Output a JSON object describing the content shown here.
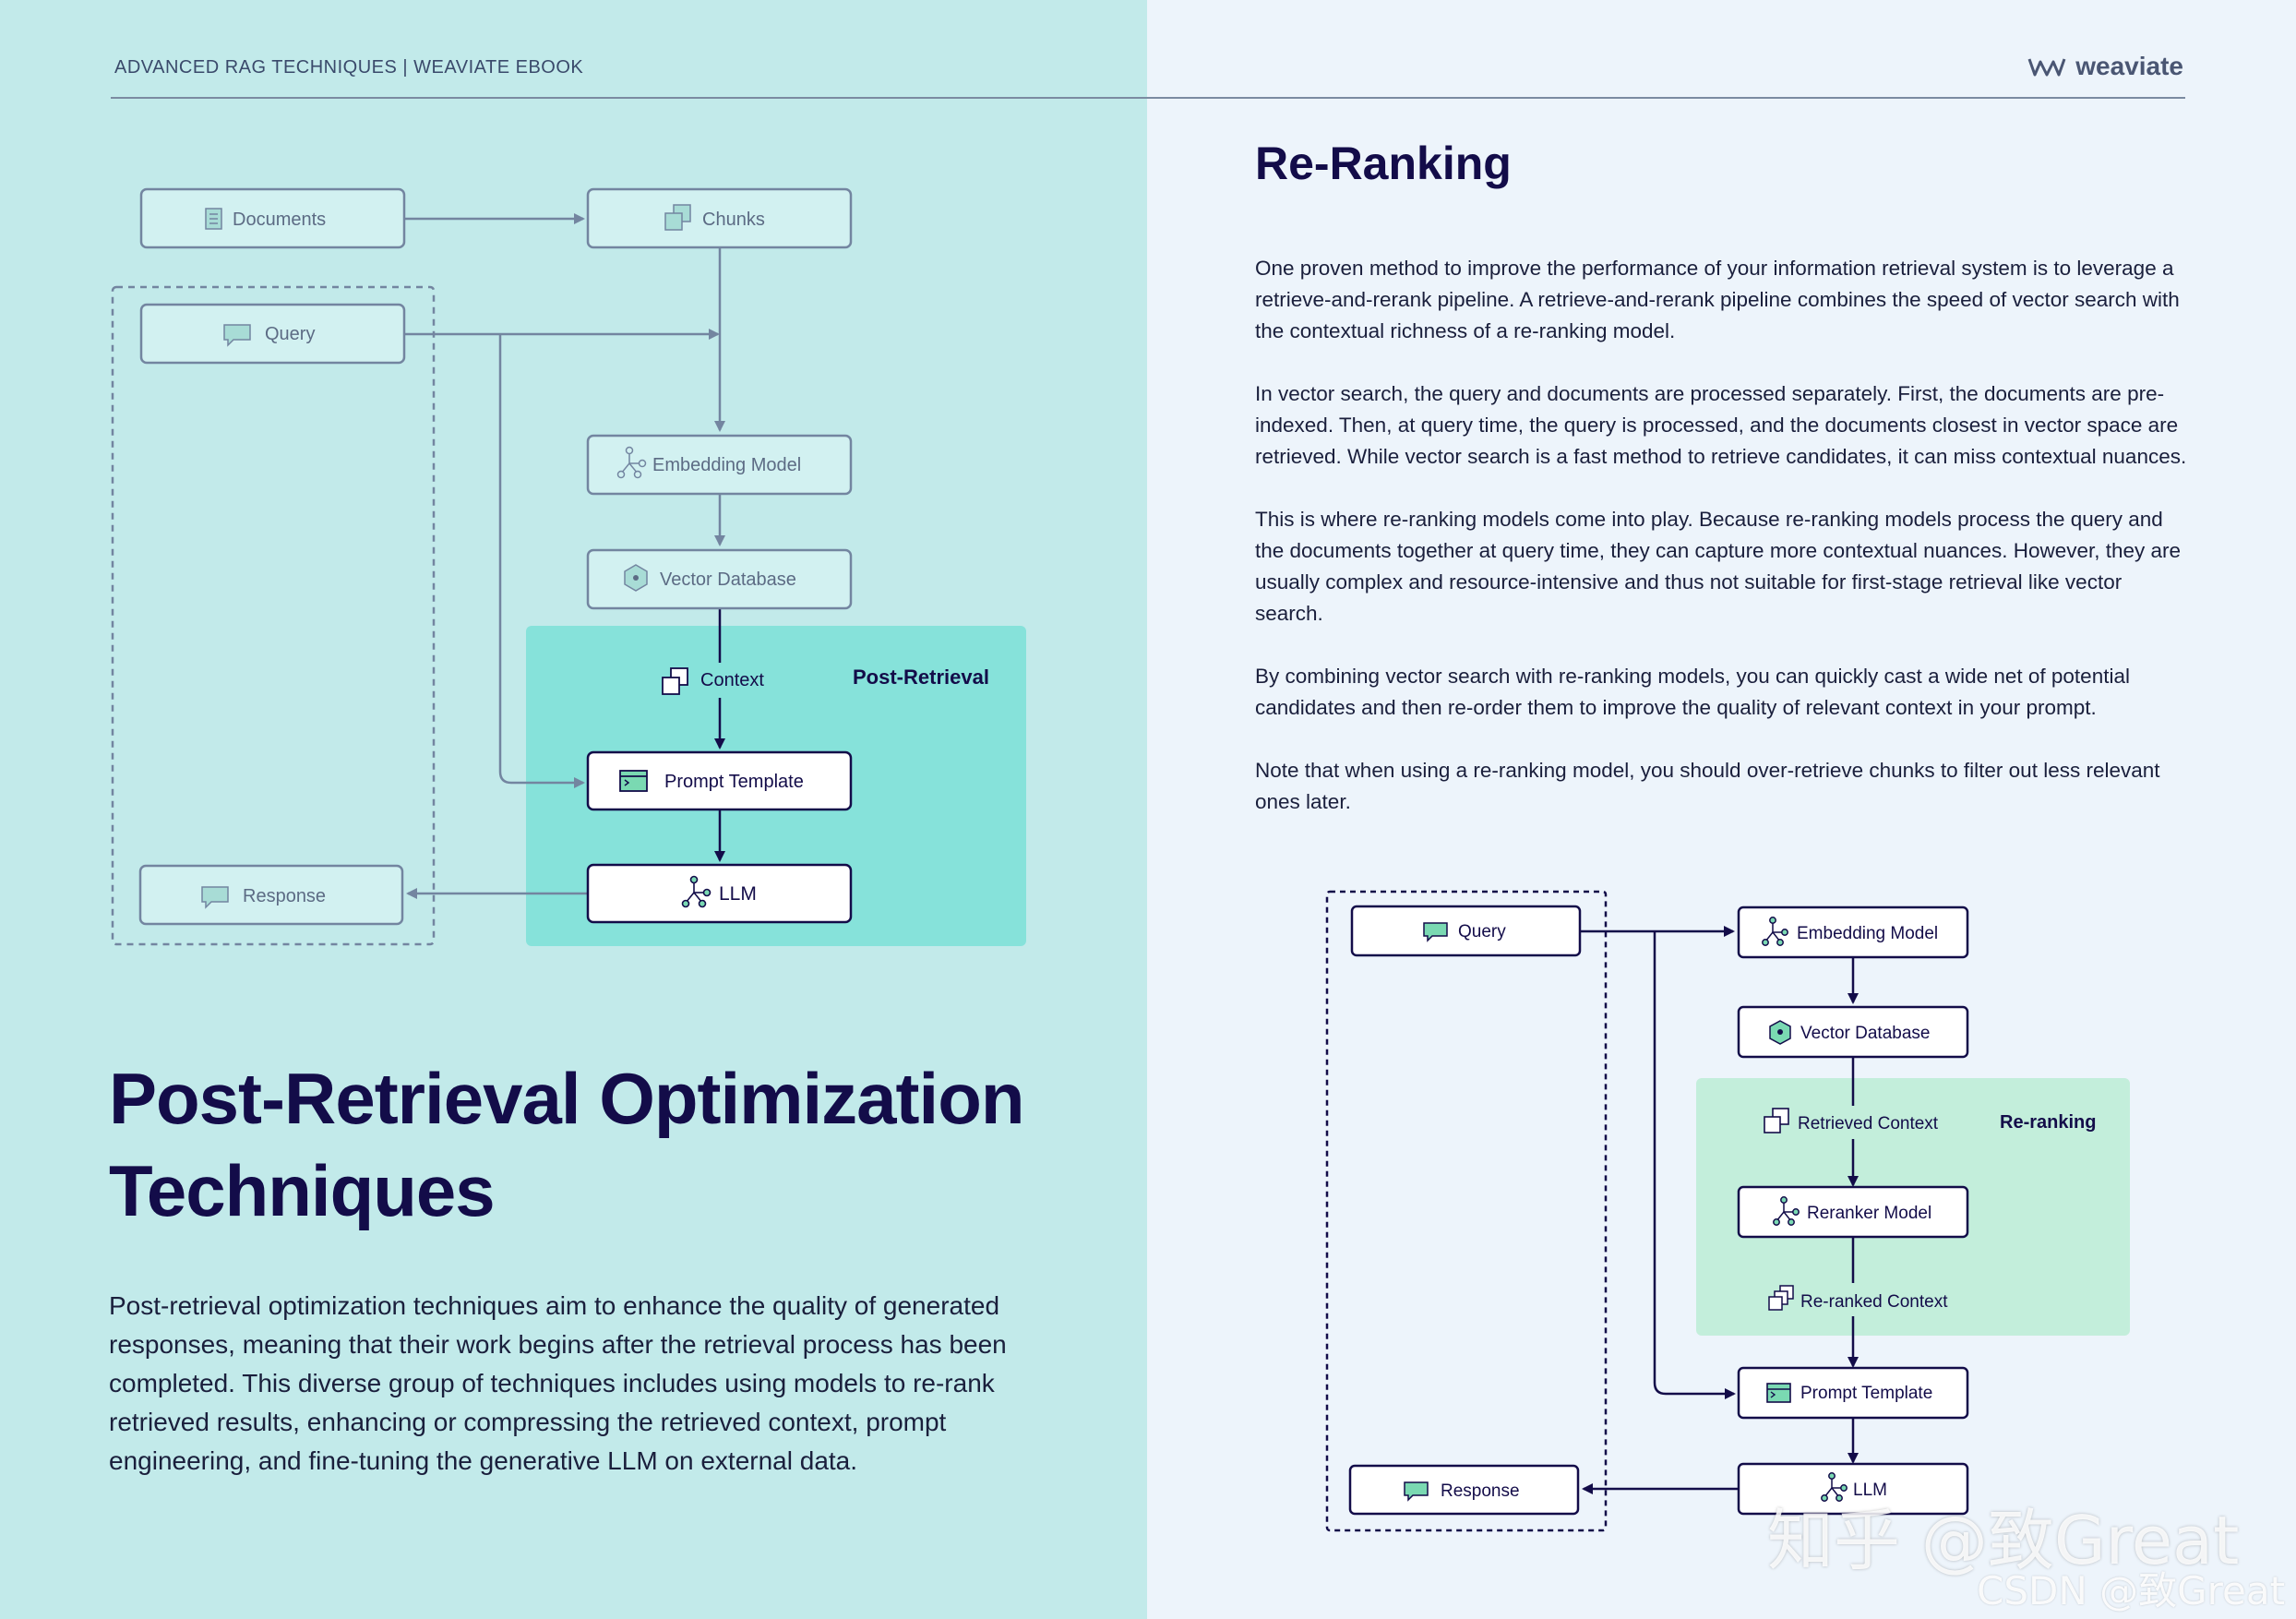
{
  "header": {
    "ebook_label": "ADVANCED RAG TECHNIQUES | WEAVIATE EBOOK",
    "brand_name": "weaviate"
  },
  "left_diagram": {
    "documents": "Documents",
    "chunks": "Chunks",
    "query": "Query",
    "embedding_model": "Embedding Model",
    "vector_database": "Vector Database",
    "context": "Context",
    "region_label": "Post-Retrieval",
    "prompt_template": "Prompt Template",
    "llm": "LLM",
    "response": "Response"
  },
  "left_section": {
    "title_line1": "Post-Retrieval Optimization",
    "title_line2": "Techniques",
    "body": "Post-retrieval optimization techniques aim to enhance the quality of generated responses, meaning that their work begins after the retrieval process has been completed. This diverse group of techniques includes using models to re-rank retrieved results, enhancing or compressing the retrieved context, prompt engineering, and fine-tuning the generative LLM on external data."
  },
  "right_section": {
    "title": "Re-Ranking",
    "paragraphs": [
      "One proven method to improve the performance of your information retrieval system is to leverage a retrieve-and-rerank pipeline. A retrieve-and-rerank pipeline combines the speed of vector search with the contextual richness of a re-ranking model.",
      "In vector search, the query and documents are processed separately. First, the documents are pre-indexed. Then, at query time, the query is processed, and the documents closest in vector space are retrieved. While vector search is a fast method to retrieve candidates, it can miss contextual nuances.",
      "This is where re-ranking models come into play. Because re-ranking models process the query and the documents together at query time, they can capture more contextual nuances. However, they are usually complex and resource-intensive and thus not suitable for first-stage retrieval like vector search.",
      "By combining vector search with re-ranking models, you can quickly cast a wide net of potential candidates and then re-order them to improve the quality of relevant context in your prompt.",
      "Note that when using a re-ranking model, you should over-retrieve chunks to filter out less relevant ones later."
    ]
  },
  "right_diagram": {
    "query": "Query",
    "embedding_model": "Embedding Model",
    "vector_database": "Vector Database",
    "retrieved_context": "Retrieved Context",
    "region_label": "Re-ranking",
    "reranker_model": "Reranker Model",
    "reranked_context": "Re-ranked Context",
    "prompt_template": "Prompt Template",
    "llm": "LLM",
    "response": "Response"
  },
  "watermarks": {
    "zhihu": "知乎 @致Great",
    "csdn": "CSDN @致Great"
  },
  "colors": {
    "left_bg": "#c2eaea",
    "right_bg": "#edf4fb",
    "navy": "#130c49",
    "muted": "#7b8ba1",
    "post_retrieval_fill": "#86e2da",
    "reranking_fill": "#c3eedb",
    "icon_green": "#7ad9b2"
  }
}
